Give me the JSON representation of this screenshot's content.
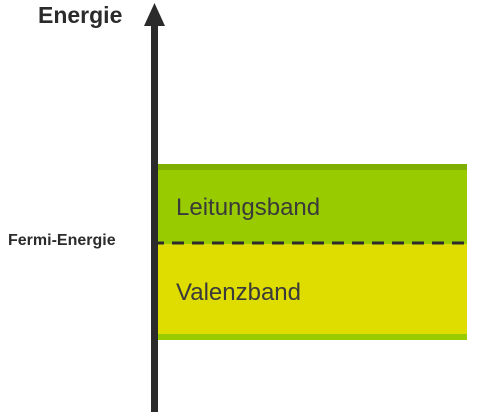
{
  "axis": {
    "label": "Energie"
  },
  "fermi_level": {
    "label": "Fermi-Energie"
  },
  "bands": {
    "conduction": {
      "label": "Leitungsband",
      "fill_color": "#99cc00",
      "edge_color": "#7fb000"
    },
    "valence": {
      "label": "Valenzband",
      "fill_color": "#dfdc00",
      "edge_color": "#99cc00"
    }
  },
  "colors": {
    "axis": "#2b2b2b",
    "dashed_line": "#2b2b2b"
  }
}
